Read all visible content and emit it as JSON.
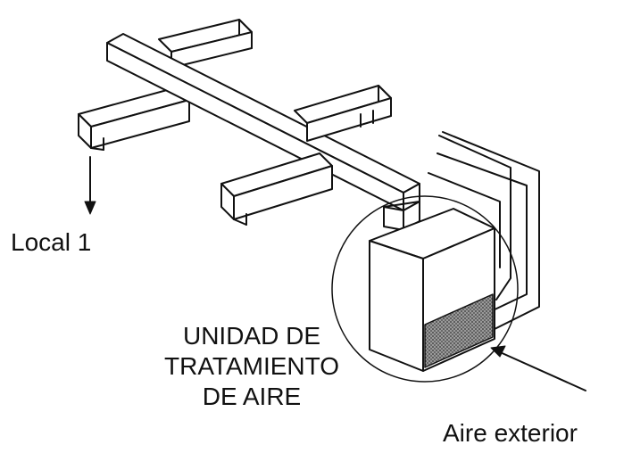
{
  "labels": {
    "local": "Local 1",
    "unit_line1": "UNIDAD DE",
    "unit_line2": "TRATAMIENTO",
    "unit_line3": "DE AIRE",
    "outside_air": "Aire exterior"
  },
  "colors": {
    "stroke": "#111111",
    "background": "#ffffff",
    "filter_fill": "#555555"
  }
}
